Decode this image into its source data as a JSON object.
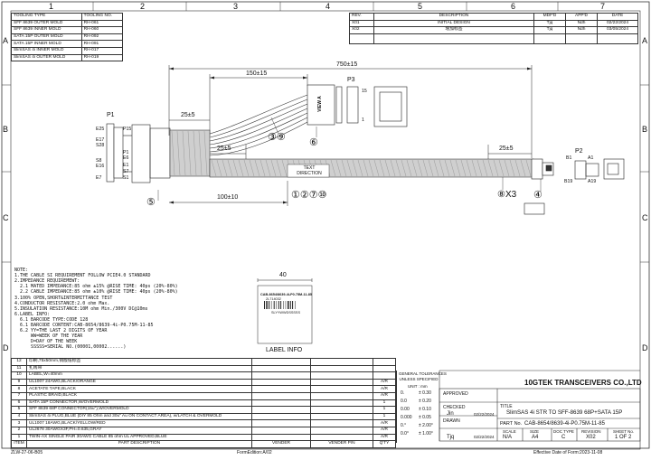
{
  "zones": {
    "columns": [
      "1",
      "2",
      "3",
      "4",
      "5",
      "6",
      "7"
    ],
    "rows": [
      "A",
      "B",
      "C",
      "D"
    ]
  },
  "tooling": {
    "headers": [
      "TOOLING TYPE",
      "TOOLING NO."
    ],
    "rows": [
      [
        "SFF 8639 OUTER MOLD",
        "RH-061"
      ],
      [
        "SFF 8639 INNER MOLD",
        "RH-060"
      ],
      [
        "SATA 15P OUTER MOLD",
        "RH-092"
      ],
      [
        "SATA 15P INNER MOLD",
        "RH-091"
      ],
      [
        "SlimSAS 4i INNER MOLD",
        "RH-017"
      ],
      [
        "SlimSAS 4i OUTER MOLD",
        "RH-019"
      ]
    ]
  },
  "revision": {
    "headers": [
      "REV.",
      "DESCRIPTION",
      "MDF'D",
      "APP'D",
      "DATE"
    ],
    "rows": [
      [
        "X01",
        "INITIAL DESIGN",
        "Tjq",
        "Ndh",
        "02/22/2024"
      ],
      [
        "X02",
        "增加标签",
        "Tjq",
        "Ndh",
        "03/05/2024"
      ]
    ]
  },
  "drawing": {
    "dim_total": "750±15",
    "dim_branch": "150±15",
    "dim_p1_25": "25±5",
    "dim_mid_25": "25±5",
    "dim_right_25": "25±5",
    "dim_100": "100±10",
    "p1": "P1",
    "p2": "P2",
    "p3": "P3",
    "p1_pins": [
      "E25",
      "S28",
      "E17",
      "S8",
      "E16",
      "E7",
      "P15",
      "P1",
      "E6",
      "E1",
      "S7",
      "S1"
    ],
    "p2_pins": [
      "B1",
      "A1",
      "B19",
      "A19"
    ],
    "p3_pins": [
      "15",
      "1"
    ],
    "view_a": "VIEW A",
    "text_direction": "TEXT\nDIRECTION",
    "balloons": {
      "b5": "⑤",
      "b39": "③⑨",
      "b6": "⑥",
      "b1270": "①②⑦⑩",
      "b8x3": "⑧X3",
      "b4": "④"
    }
  },
  "notes": {
    "lines": [
      "NOTE:",
      "1.THE CABLE SI REQUIREMENT FOLLOW PCIE4.0 STANDARD",
      "2.IMPEDANCE REQUIREMEWT:",
      "  2.1 MATED IMPEDANCE:85 ohm ±15% @RISE TIME: 40ps (20%-80%)",
      "  2.2 CABLE IMPEDANCE:85 ohm ±10% @RISE TIME: 40ps (20%-80%)",
      "3.100% OPEN,SHORT&INTERMITTANCE TEST",
      "4.CONDUCTOR RESISTANCE:2.0 ohm Max.",
      "5.INSULATION RESISTANCE:10M ohm Min./300V DC@10ms",
      "6.LABEL INFO:",
      "  6.1 BARCODE TYPE:CODE 128",
      "  6.1 BARCODE CONTENT:CAB-8654/8639-4i-P0.75M-11-85",
      "  6.2 YY=THE LAST 2 DIGITS OF YEAR",
      "      WW=WEEK OF THE YEAR",
      "      D=DAY OF THE WEEK",
      "      SSSSS=SERIAL NO.(00001,00002......)"
    ]
  },
  "label": {
    "width": "40",
    "line1": "CAB-8654/8639-4i-P0.75M-11-85",
    "line2": "2L714032",
    "line3": "SLYYWWDSSSSS",
    "caption": "LABEL INFO"
  },
  "bom": {
    "rows": [
      [
        "12",
        "印刷,75x50mm,铜版纸标签",
        "",
        ""
      ],
      [
        "11",
        "扎线带",
        "",
        ""
      ],
      [
        "10",
        "LABEL,W=40mm",
        "",
        ""
      ],
      [
        "9",
        "UL1007 24AWG,BLACK/ORANGE",
        "A/R",
        ""
      ],
      [
        "8",
        "ACETATE TAPE,BLACK",
        "A/R",
        ""
      ],
      [
        "7",
        "PLASTIC BRAID,BLACK",
        "A/R",
        ""
      ],
      [
        "6",
        "SATA 15P CONNECTOR,W/OVERMOLD",
        "1",
        ""
      ],
      [
        "5",
        "SFF 8639 68P CONNECTOR(15u\"),W/OVERMOLD",
        "1",
        ""
      ],
      [
        "4",
        "SlimSAS 4i PLUG,BLUE (DIY 85 Ohm and 30u\" Au ON CONTACT AREA), w/LATCH & OVERMOLD",
        "1",
        ""
      ],
      [
        "3",
        "UL1007 18AWG,BLACK/YELLOW/RED",
        "A/R",
        ""
      ],
      [
        "2",
        "UL2678 30AWGX3F,PH=0.635,GRAY",
        "A/R",
        ""
      ],
      [
        "1",
        "TWIN-AX SINGLE PAIR 30AWG CABLE 85 ohm UL APPROVED,BLUE",
        "A/R",
        ""
      ]
    ],
    "headers": [
      "ITEM",
      "PART DESCRIPTION",
      "VENDER",
      "VENDER P/N",
      "Q'TY"
    ]
  },
  "tolerances": {
    "title": "GENERAL TOLERANCES\nUNLESS SPECIFIED",
    "unit": "UNIT : mm",
    "rows": [
      [
        "0.",
        "± 0.30"
      ],
      [
        "0.0",
        "± 0.20"
      ],
      [
        "0.00",
        "± 0.10"
      ],
      [
        "0.000",
        "± 0.05"
      ],
      [
        "0.°",
        "± 2.00°"
      ],
      [
        "0.0°",
        "± 1.00°"
      ]
    ]
  },
  "titleblock": {
    "approved": "APPROVED",
    "checked": "CHECKED",
    "checked_name": "Jin",
    "checked_date": "02/22/2024",
    "drawn": "DRAWN",
    "drawn_name": "Tjq",
    "drawn_date": "02/22/2024",
    "company": "10GTEK TRANSCEIVERS CO.,LTD",
    "title_label": "TITLE",
    "title": "SlimSAS 4i STR TO SFF-8639 68P+SATA 15P",
    "partno_label": "PART No.",
    "partno": "CAB-8654/8639-4i-P0.75M-11-85",
    "scale_label": "SCALE",
    "scale": "N/A",
    "size_label": "SIZE",
    "size": "A4",
    "doctype_label": "DOC TYPE",
    "doctype": "C",
    "revision_label": "REVISION",
    "revision": "X02",
    "sheet_label": "SHEET No.",
    "sheet": "1 OF 2"
  },
  "footer": {
    "left": "ZLW-27-06-B05",
    "center": "FormEdition:A/02",
    "right": "Effective Date of Form:2023-11-08"
  }
}
